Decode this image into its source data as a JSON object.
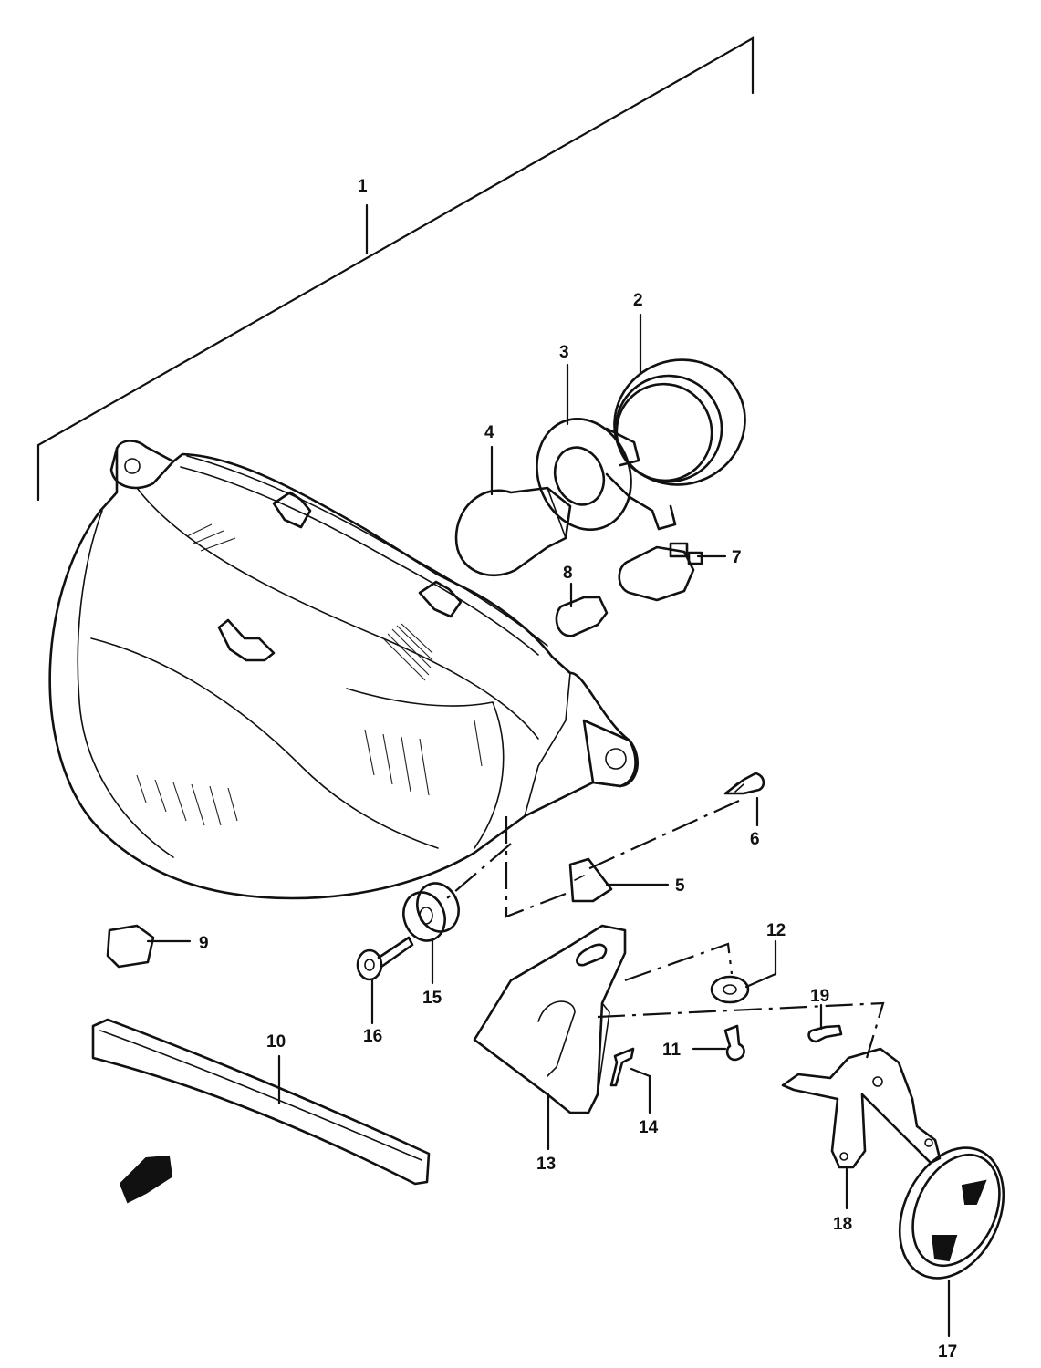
{
  "diagram": {
    "callouts": {
      "p1": "1",
      "p2": "2",
      "p3": "3",
      "p4": "4",
      "p5": "5",
      "p6": "6",
      "p7": "7",
      "p8": "8",
      "p9": "9",
      "p10": "10",
      "p11": "11",
      "p12": "12",
      "p13": "13",
      "p14": "14",
      "p15": "15",
      "p16": "16",
      "p17": "17",
      "p18": "18",
      "p19": "19"
    }
  }
}
